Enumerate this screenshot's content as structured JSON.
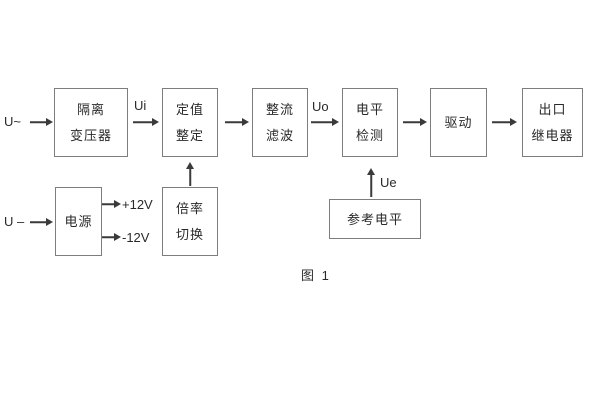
{
  "diagram": {
    "caption": "图 1",
    "colors": {
      "background": "#ffffff",
      "box_border": "#7d7d7d",
      "line": "#3a3a3a",
      "text": "#2a2a2a"
    },
    "blocks": {
      "isolation_transformer": {
        "line1": "隔离",
        "line2": "变压器"
      },
      "value_setting": {
        "line1": "定值",
        "line2": "整定"
      },
      "rectifier_filter": {
        "line1": "整流",
        "line2": "滤波"
      },
      "level_detection": {
        "line1": "电平",
        "line2": "检测"
      },
      "drive": {
        "label": "驱动"
      },
      "output_relay": {
        "line1": "出口",
        "line2": "继电器"
      },
      "power_supply": {
        "label": "电源"
      },
      "ratio_switch": {
        "line1": "倍率",
        "line2": "切换"
      },
      "reference_level": {
        "label": "参考电平"
      }
    },
    "signals": {
      "ac_input": "U~",
      "dc_input": "U –",
      "ui": "Ui",
      "uo": "Uo",
      "ue": "Ue",
      "plus_12v": "+12V",
      "minus_12v": "-12V"
    }
  }
}
